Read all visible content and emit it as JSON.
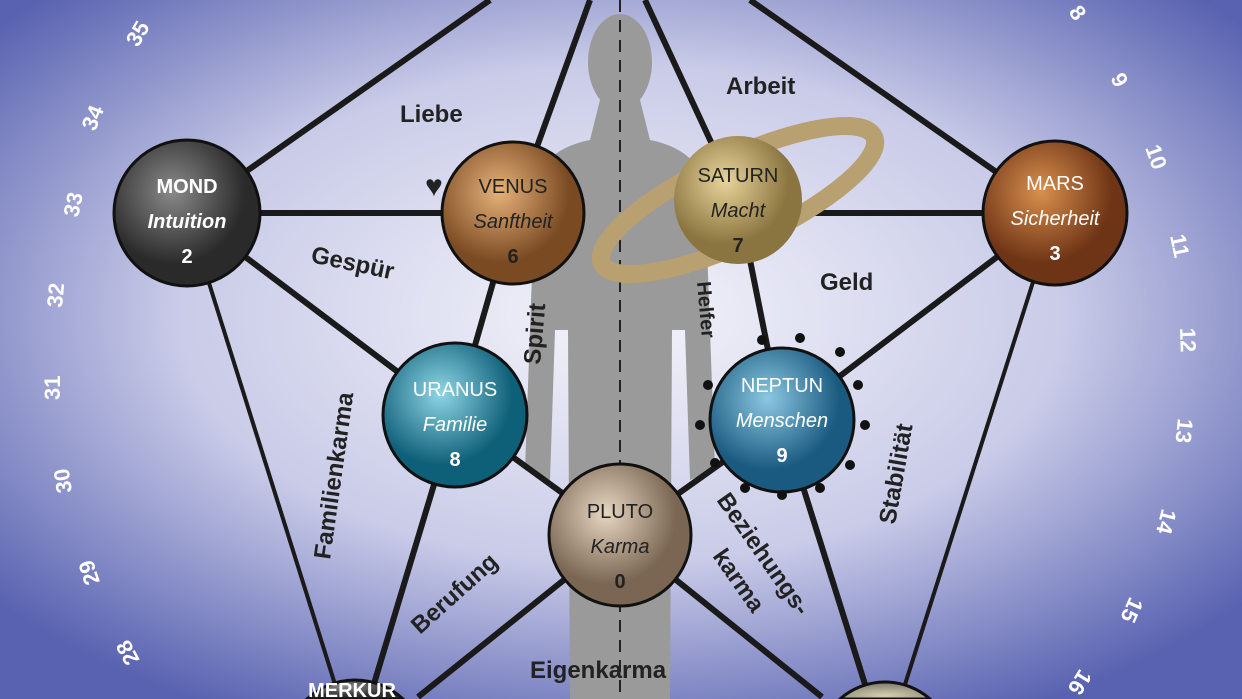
{
  "colors": {
    "background_edge": "#5560ad",
    "background_center": "#f2f2fa",
    "lines": "#1a1a1a",
    "silhouette": "#9a9a9a"
  },
  "planets": [
    {
      "name": "MOND",
      "trait": "Intuition",
      "number": "2"
    },
    {
      "name": "VENUS",
      "trait": "Sanftheit",
      "number": "6"
    },
    {
      "name": "SATURN",
      "trait": "Macht",
      "number": "7"
    },
    {
      "name": "MARS",
      "trait": "Sicherheit",
      "number": "3"
    },
    {
      "name": "URANUS",
      "trait": "Familie",
      "number": "8"
    },
    {
      "name": "NEPTUN",
      "trait": "Menschen",
      "number": "9"
    },
    {
      "name": "PLUTO",
      "trait": "Karma",
      "number": "0"
    },
    {
      "name": "MERKUR"
    }
  ],
  "labels": {
    "liebe": "Liebe",
    "arbeit": "Arbeit",
    "gespuer": "Gespür",
    "geld": "Geld",
    "familienkarma": "Familienkarma",
    "spirit": "Spirit",
    "helfer": "Helfer",
    "stabilitaet": "Stabilität",
    "berufung": "Berufung",
    "beziehungs": "Beziehungs-",
    "karma": "karma",
    "eigenkarma": "Eigenkarma"
  },
  "ring_numbers": {
    "left": [
      "35",
      "34",
      "33",
      "32",
      "31",
      "30",
      "29",
      "28"
    ],
    "right": [
      "8",
      "9",
      "10",
      "11",
      "12",
      "13",
      "14",
      "15",
      "16"
    ]
  },
  "heart_icon": "heart"
}
